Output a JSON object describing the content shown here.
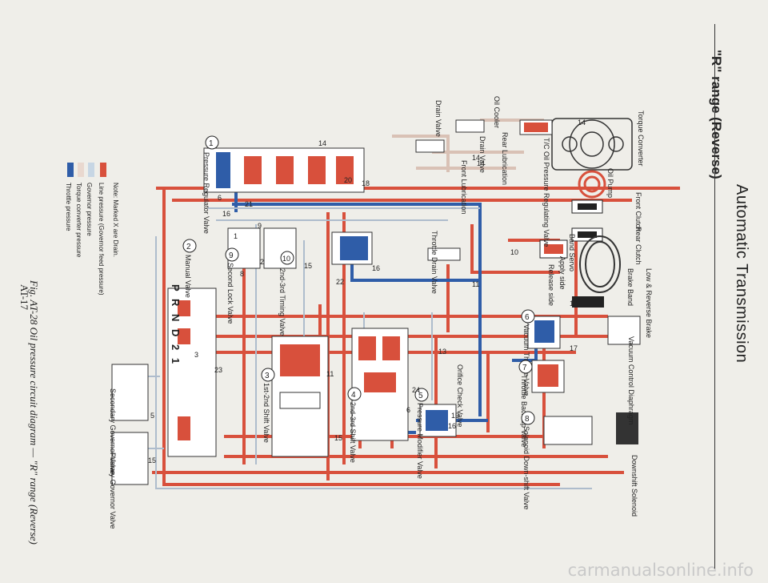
{
  "header": {
    "title": "Automatic Transmission",
    "range_title": "\"R\" range (Reverse)",
    "caption": "Fig. AT-28  Oil pressure circuit diagram — \"R\" range (Reverse)",
    "page_number": "AT-17"
  },
  "watermark": "carmanualsonline.info",
  "legend": {
    "note": "Note:  Marked X are Drain.",
    "items": [
      {
        "label": "Line pressure (Governor feed pressure)",
        "color": "#d8503c"
      },
      {
        "label": "Governor pressure",
        "color": "#c7d6e4"
      },
      {
        "label": "Torque converter pressure",
        "color": "#e9d8cf"
      },
      {
        "label": "Throttle pressure",
        "color": "#2f5da8"
      }
    ]
  },
  "components": {
    "torque_converter": "Torque Converter",
    "oil_pump": "Oil Pump",
    "front_clutch": "Front Clutch",
    "rear_clutch": "Rear Clutch",
    "band_servo": "Band Servo",
    "low_reverse_brake": "Low & Reverse Brake",
    "brake_band": "Brake Band",
    "apply_side": "Apply side",
    "release_side": "Release side",
    "oil_cooler": "Oil Cooler",
    "tc_pressure_valve": "T/C Oil Pressure Regulating Valve",
    "rear_lubrication": "Rear Lubrication",
    "drain_valve_1": "Drain Valve",
    "drain_valve_2": "Drain Valve",
    "front_lubrication": "Front Lubrication",
    "throttle_drain_valve": "Throttle Drain Valve",
    "vacuum_control_diaphragm": "Vacuum Control Diaphragm",
    "downshift_solenoid": "Downshift Solenoid",
    "secondary_governor": "Secondary Governor Valve",
    "primary_governor": "Primary Governor Valve",
    "orifice_check_valve": "Orifice Check Valve",
    "prnd21": "P R N D 2 1"
  },
  "valves": [
    {
      "num": "1",
      "label": "Pressure Regulator Valve"
    },
    {
      "num": "2",
      "label": "Manual Valve"
    },
    {
      "num": "3",
      "label": "1st-2nd Shift Valve"
    },
    {
      "num": "4",
      "label": "2nd-3rd Shift Valve"
    },
    {
      "num": "5",
      "label": "Pressure Modifier Valve"
    },
    {
      "num": "6",
      "label": "Vacuum Throttle Valve"
    },
    {
      "num": "7",
      "label": "Throttle Back-up Valve"
    },
    {
      "num": "8",
      "label": "Solenoid Down-shift Valve"
    },
    {
      "num": "9",
      "label": "Second Lock Valve"
    },
    {
      "num": "10",
      "label": "2nd-3rd Timing Valve"
    }
  ],
  "line_numbers": [
    "14",
    "14",
    "14",
    "20",
    "18",
    "21",
    "16",
    "6",
    "9",
    "1",
    "8",
    "2",
    "3",
    "15",
    "22",
    "16",
    "12",
    "17",
    "24",
    "23",
    "5",
    "11",
    "11",
    "6",
    "13",
    "15",
    "14",
    "19",
    "10",
    "16",
    "15"
  ]
}
